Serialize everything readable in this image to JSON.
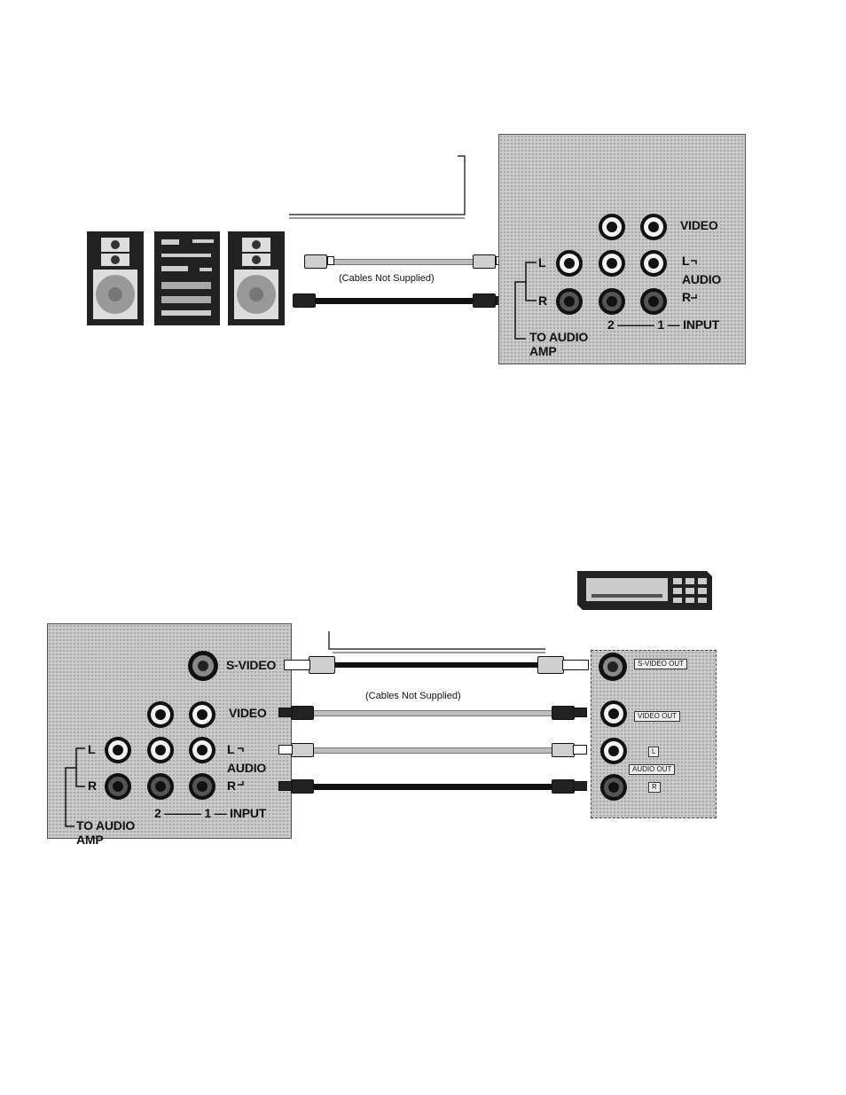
{
  "top": {
    "cable_note": "(Cables Not Supplied)",
    "labels": {
      "video": "VIDEO",
      "audio_l": "L",
      "audio_r": "R",
      "audio": "AUDIO",
      "out_l": "L",
      "out_r": "R",
      "input": "2 ——— 1 — INPUT",
      "to_audio": "TO AUDIO",
      "amp": "AMP"
    }
  },
  "bottom": {
    "cable_note": "(Cables Not Supplied)",
    "labels": {
      "svideo": "S-VIDEO",
      "video": "VIDEO",
      "audio_l": "L",
      "audio_r": "R",
      "audio": "AUDIO",
      "out_l": "L",
      "out_r": "R",
      "input": "2 ——— 1 — INPUT",
      "to_audio": "TO AUDIO",
      "amp": "AMP"
    },
    "device_tags": {
      "svideo_out": "S-VIDEO OUT",
      "video_out": "VIDEO OUT",
      "l": "L",
      "audio_out": "AUDIO OUT",
      "r": "R"
    }
  },
  "colors": {
    "panel": "#c9c9c9",
    "cable_dark": "#111111",
    "cable_light": "#bdbdbd"
  }
}
